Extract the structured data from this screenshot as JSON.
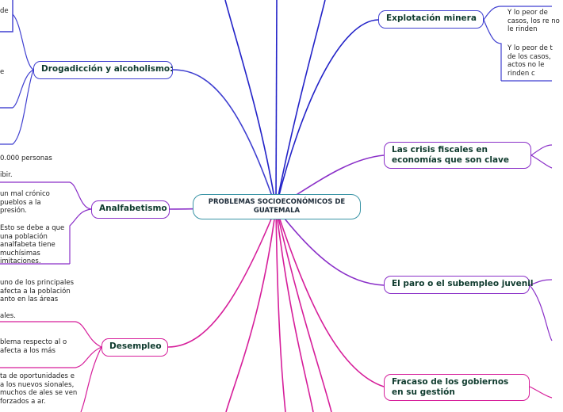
{
  "center": {
    "title": "PROBLEMAS SOCIOECONÓMICOS DE GUATEMALA"
  },
  "topics": {
    "mineria": "Explotación minera",
    "fiscal": "Las crisis fiscales en economías que son clave",
    "paro": "El paro o el subempleo juvenil",
    "gobiernos": "Fracaso de los gobiernos en su gestión",
    "drogas": "Drogadicción y alcoholismo:",
    "analfabetismo": "Analfabetismo",
    "desempleo": "Desempleo"
  },
  "notes": {
    "mineria_1": "Y lo peor de casos, los re no le rinden",
    "mineria_2": "Y lo peor de t de los casos, actos no le rinden c",
    "drogas_1": "de",
    "drogas_2": "e",
    "analf_top": "0.000 personas",
    "analf_top2": "ibir.",
    "analf_1": "un mal crónico pueblos a la presión.",
    "analf_2": "Esto se debe a que una población analfabeta tiene muchísimas imitaciones.",
    "desempleo_1": "uno de los principales afecta a la población anto en las áreas",
    "desempleo_1b": "ales.",
    "desempleo_2": "blema respecto al o afecta a los más",
    "desempleo_3": "ta de oportunidades e a los nuevos sionales, muchos de ales se ven forzados a ar."
  }
}
